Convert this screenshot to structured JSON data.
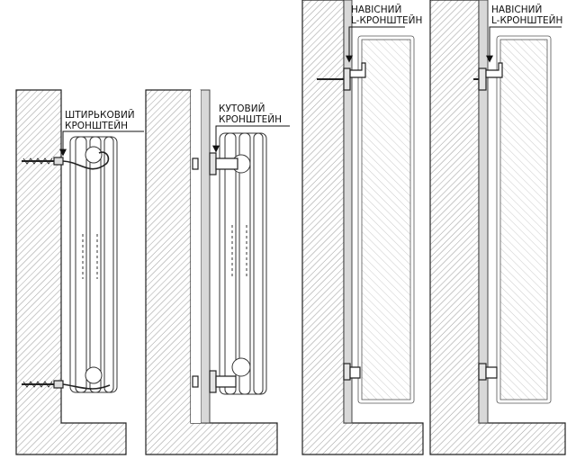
{
  "panels": [
    {
      "id": "pin",
      "label_lines": [
        "ШТИРЬКОВИЙ",
        "КРОНШТЕЙН"
      ]
    },
    {
      "id": "corner",
      "label_lines": [
        "КУТОВИЙ",
        "КРОНШТЕЙН"
      ]
    },
    {
      "id": "hanging1",
      "label_lines": [
        "НАВІСНИЙ",
        "L-КРОНШТЕЙН"
      ]
    },
    {
      "id": "hanging2",
      "label_lines": [
        "НАВІСНИЙ",
        "L-КРОНШТЕЙН"
      ]
    }
  ],
  "colors": {
    "line": "#222222",
    "hatch": "#9a9a9a",
    "wall_bg": "#ffffff",
    "plaster": "#d8d8d8"
  }
}
